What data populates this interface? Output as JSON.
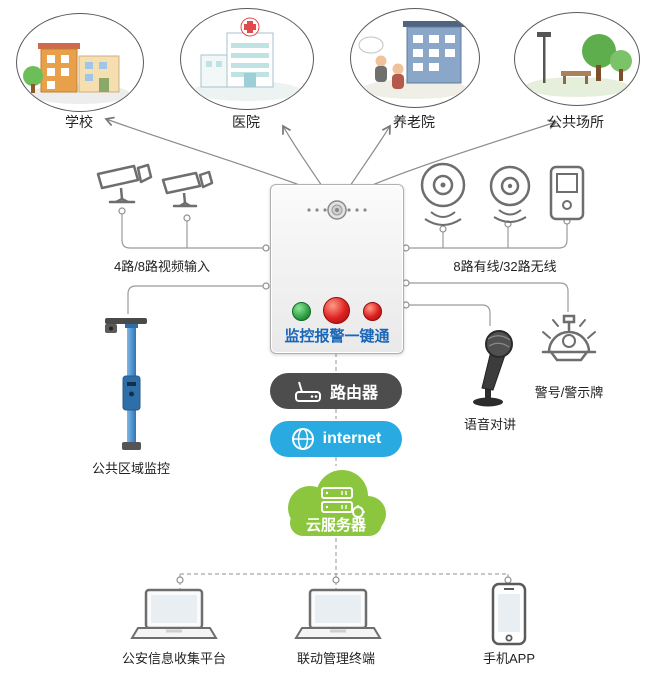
{
  "scenes": [
    {
      "label": "学校"
    },
    {
      "label": "医院"
    },
    {
      "label": "养老院"
    },
    {
      "label": "公共场所"
    }
  ],
  "inputs": {
    "video_label": "4路/8路视频输入",
    "area_monitor_label": "公共区域监控"
  },
  "sensors": {
    "wireless_label": "8路有线/32路无线",
    "intercom_label": "语音对讲",
    "siren_label": "警号/警示牌"
  },
  "device": {
    "title": "监控报警一键通"
  },
  "network": {
    "router": "路由器",
    "internet": "internet",
    "cloud": "云服务器"
  },
  "terminals": [
    {
      "label": "公安信息收集平台"
    },
    {
      "label": "联动管理终端"
    },
    {
      "label": "手机APP"
    }
  ],
  "icons": {
    "cctv-camera": "outline security camera",
    "smoke-detector": "circle with signal arcs",
    "wireless-panel": "handheld alarm panel",
    "pole-camera": "blue monitoring pole",
    "microphone": "handheld mic on stand",
    "siren-light": "dome alarm light with rays",
    "router": "router box with antenna",
    "globe": "internet globe",
    "cloud-server": "cloud with server stack",
    "laptop": "laptop outline",
    "smartphone": "phone outline",
    "speaker-grille": "concentric circle with dots",
    "led-indicator": "status LED"
  },
  "colors": {
    "router_bg": "#4d4d4d",
    "internet_bg": "#29abe2",
    "cloud_green": "#8cc63f",
    "device_title_blue": "#1a66b8",
    "led_green": "#2f9e44",
    "led_red": "#dd2020",
    "wire_gray": "#9b9b9b"
  }
}
